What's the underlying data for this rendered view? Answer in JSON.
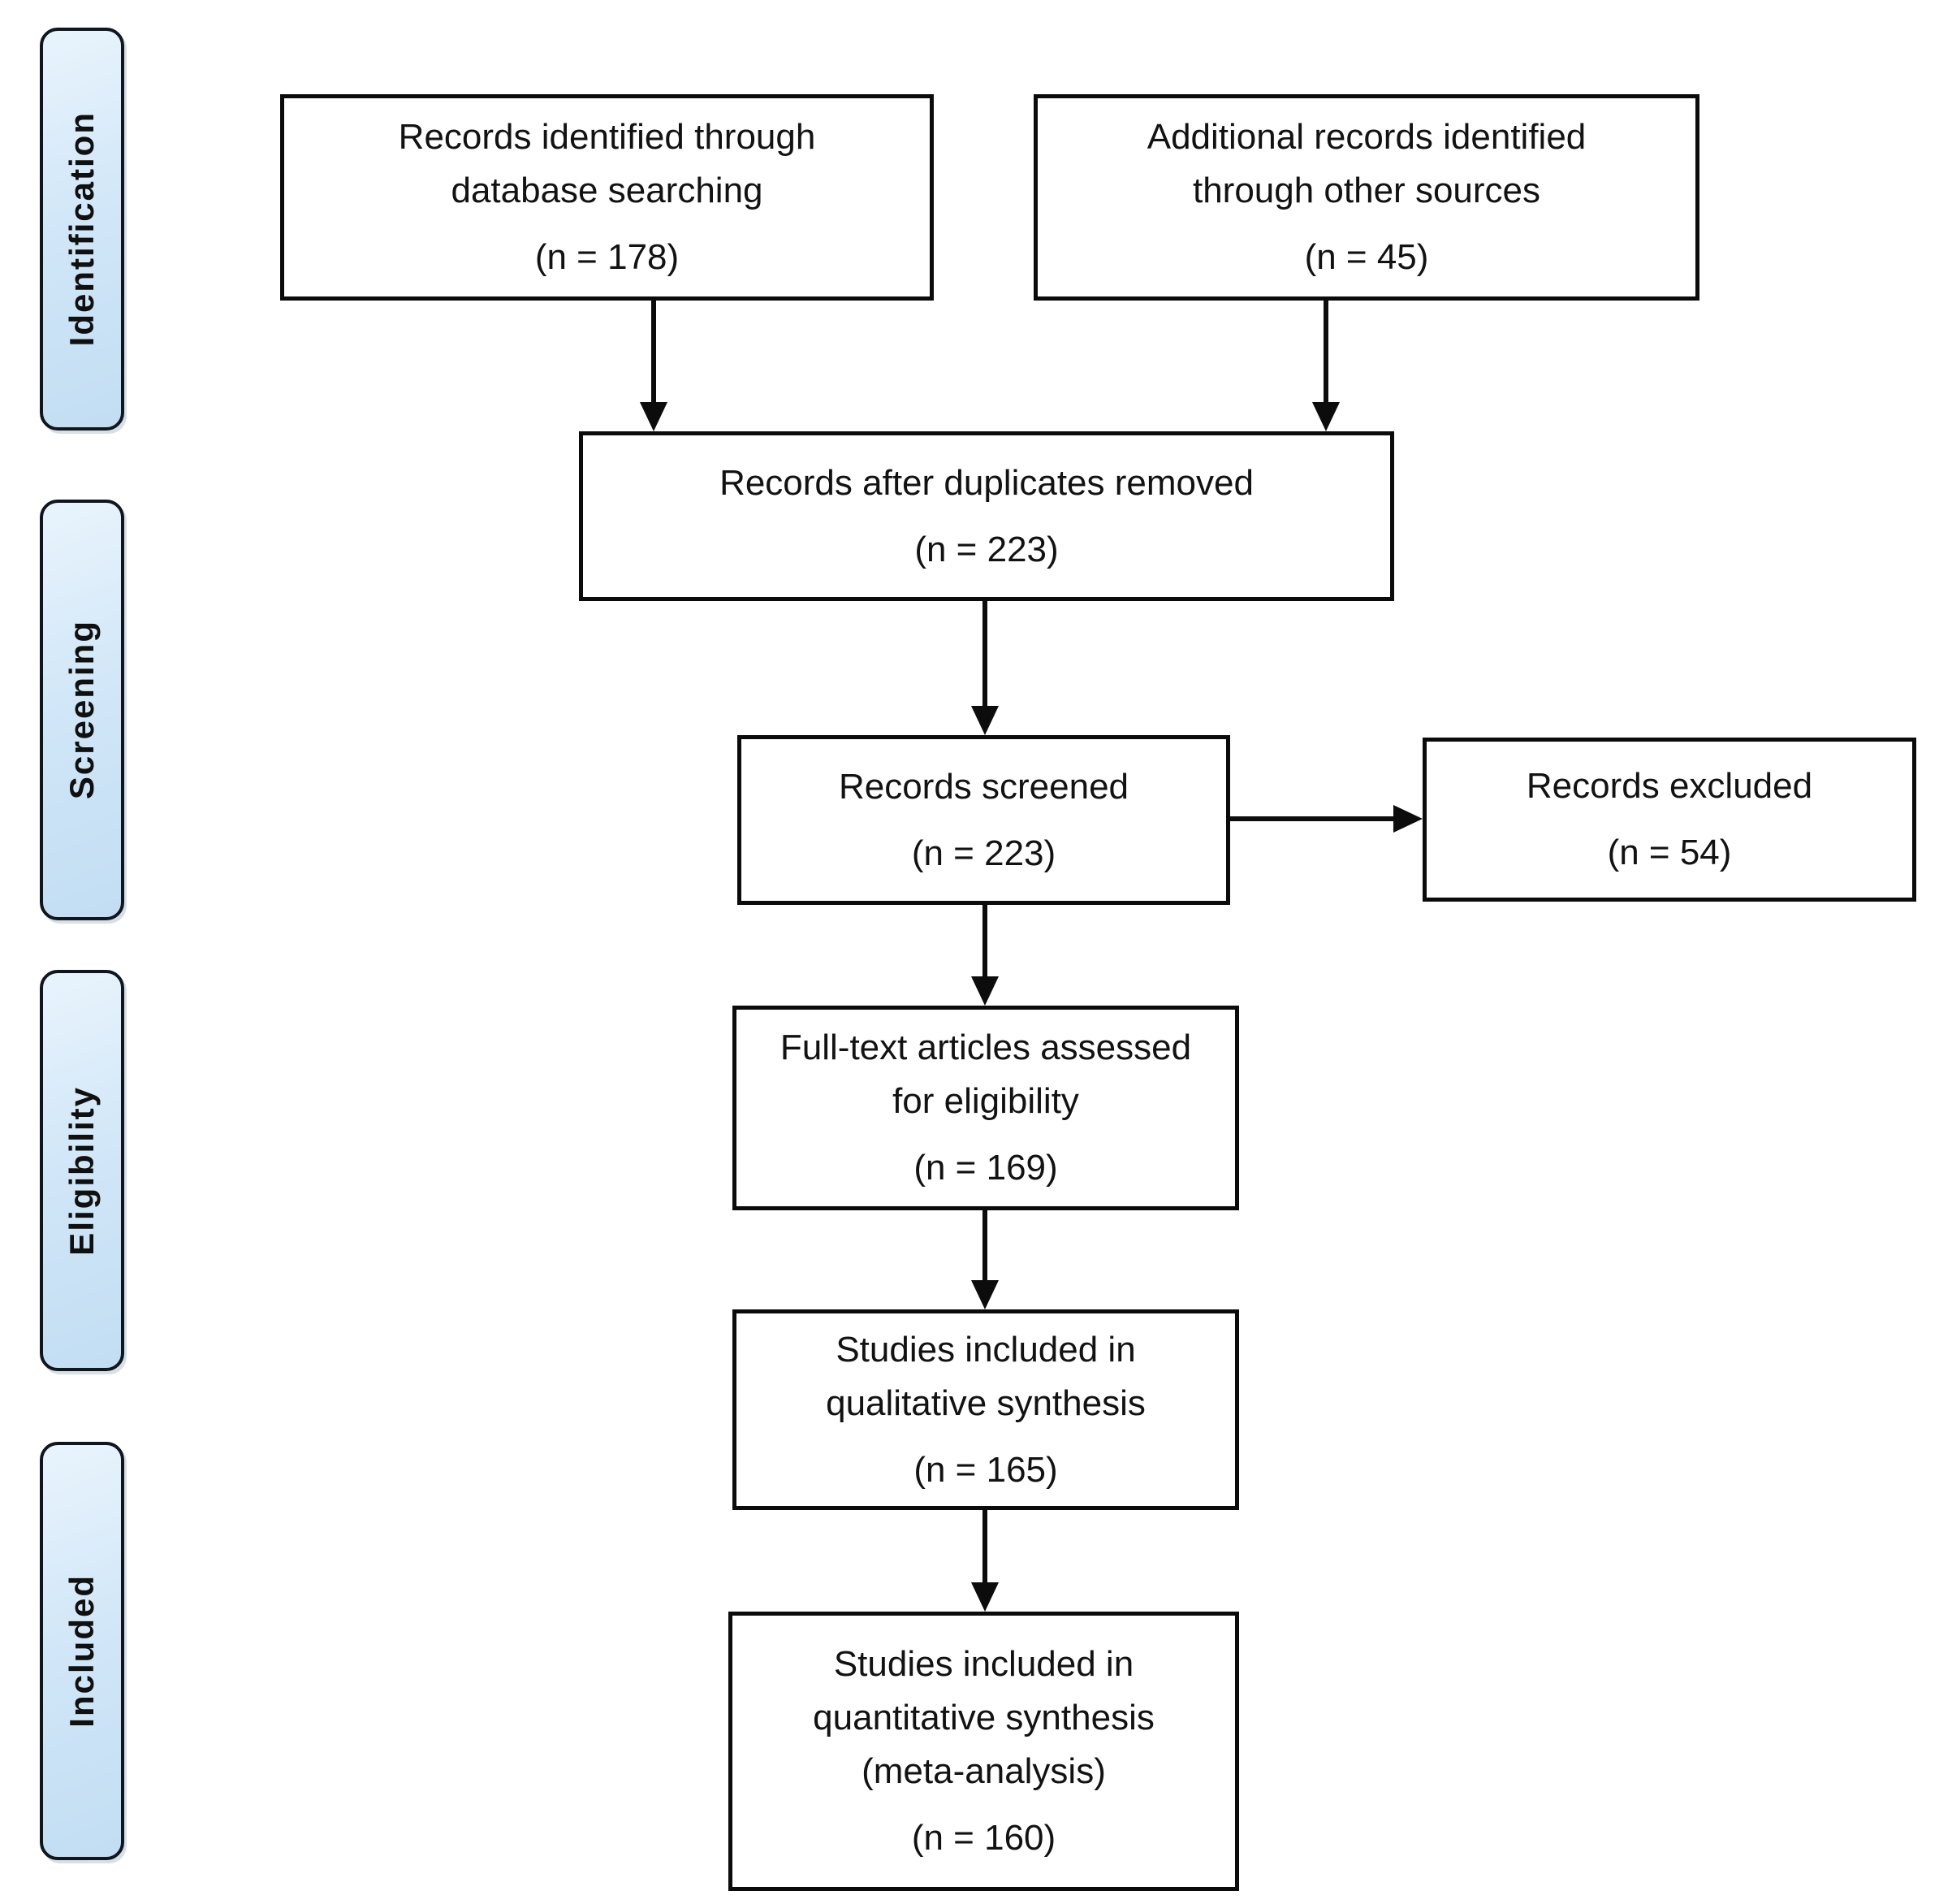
{
  "colors": {
    "background": "#ffffff",
    "stage_fill": "#d2e7f8",
    "stage_border": "#10161d",
    "box_fill": "#ffffff",
    "box_border": "#0b0b0b",
    "arrow": "#0c0c0c",
    "text": "#121212"
  },
  "stages": [
    {
      "label": "Identification"
    },
    {
      "label": "Screening"
    },
    {
      "label": "Eligibility"
    },
    {
      "label": "Included"
    }
  ],
  "boxes": {
    "records_identified": {
      "lines": [
        "Records identified through",
        "database searching"
      ],
      "count": "(n = 178)"
    },
    "additional_records": {
      "lines": [
        "Additional records identified",
        "through other sources"
      ],
      "count": "(n = 45)"
    },
    "duplicates_removed": {
      "lines": [
        "Records after duplicates removed"
      ],
      "count": "(n = 223)"
    },
    "records_screened": {
      "lines": [
        "Records screened"
      ],
      "count": "(n = 223)"
    },
    "records_excluded": {
      "lines": [
        "Records excluded"
      ],
      "count": "(n = 54)"
    },
    "fulltext_assessed": {
      "lines": [
        "Full-text articles assessed",
        "for eligibility"
      ],
      "count": "(n = 169)"
    },
    "qualitative_synthesis": {
      "lines": [
        "Studies included in",
        "qualitative synthesis"
      ],
      "count": "(n = 165)"
    },
    "quantitative_synthesis": {
      "lines": [
        "Studies included in",
        "quantitative synthesis",
        "(meta-analysis)"
      ],
      "count": "(n = 160)"
    }
  }
}
